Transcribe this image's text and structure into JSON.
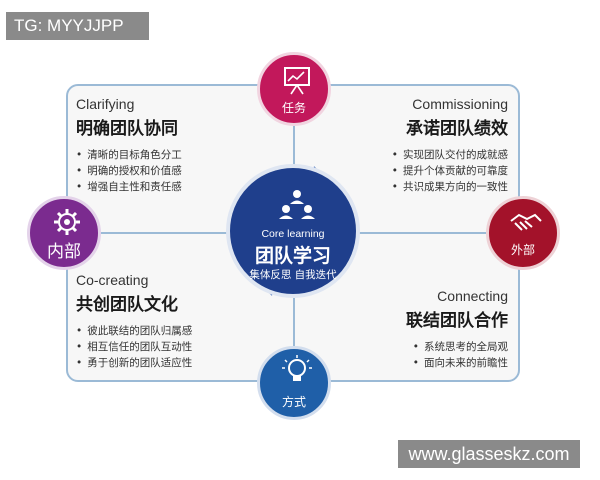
{
  "watermark_top": "TG: MYYJJPP",
  "watermark_bottom": "www.glasseskz.com",
  "center": {
    "title_en": "Core learning",
    "title_zh": "团队学习",
    "subtitle": "集体反思 自我迭代"
  },
  "nodes": {
    "top": "任务",
    "left": "内部",
    "right": "外部",
    "bottom": "方式"
  },
  "quadrants": {
    "top_left": {
      "title_en": "Clarifying",
      "title_zh": "明确团队协同",
      "items": [
        "清晰的目标角色分工",
        "明确的授权和价值感",
        "增强自主性和责任感"
      ]
    },
    "top_right": {
      "title_en": "Commissioning",
      "title_zh": "承诺团队绩效",
      "items": [
        "实现团队交付的成就感",
        "提升个体贡献的可靠度",
        "共识成果方向的一致性"
      ]
    },
    "bottom_left": {
      "title_en": "Co-creating",
      "title_zh": "共创团队文化",
      "items": [
        "彼此联结的团队归属感",
        "相互信任的团队互动性",
        "勇于创新的团队适应性"
      ]
    },
    "bottom_right": {
      "title_en": "Connecting",
      "title_zh": "联结团队合作",
      "items": [
        "系统思考的全局观",
        "面向未来的前瞻性"
      ]
    }
  },
  "colors": {
    "top": "#c2185b",
    "left": "#7b2b8f",
    "right": "#a3122a",
    "bottom": "#1f5fa8",
    "center": "#1f3f8c",
    "frame": "#9bbad6"
  },
  "icons": {
    "top": "presentation-board-icon",
    "left": "gear-icon",
    "right": "handshake-icon",
    "bottom": "lightbulb-icon",
    "center": "team-people-icon"
  }
}
